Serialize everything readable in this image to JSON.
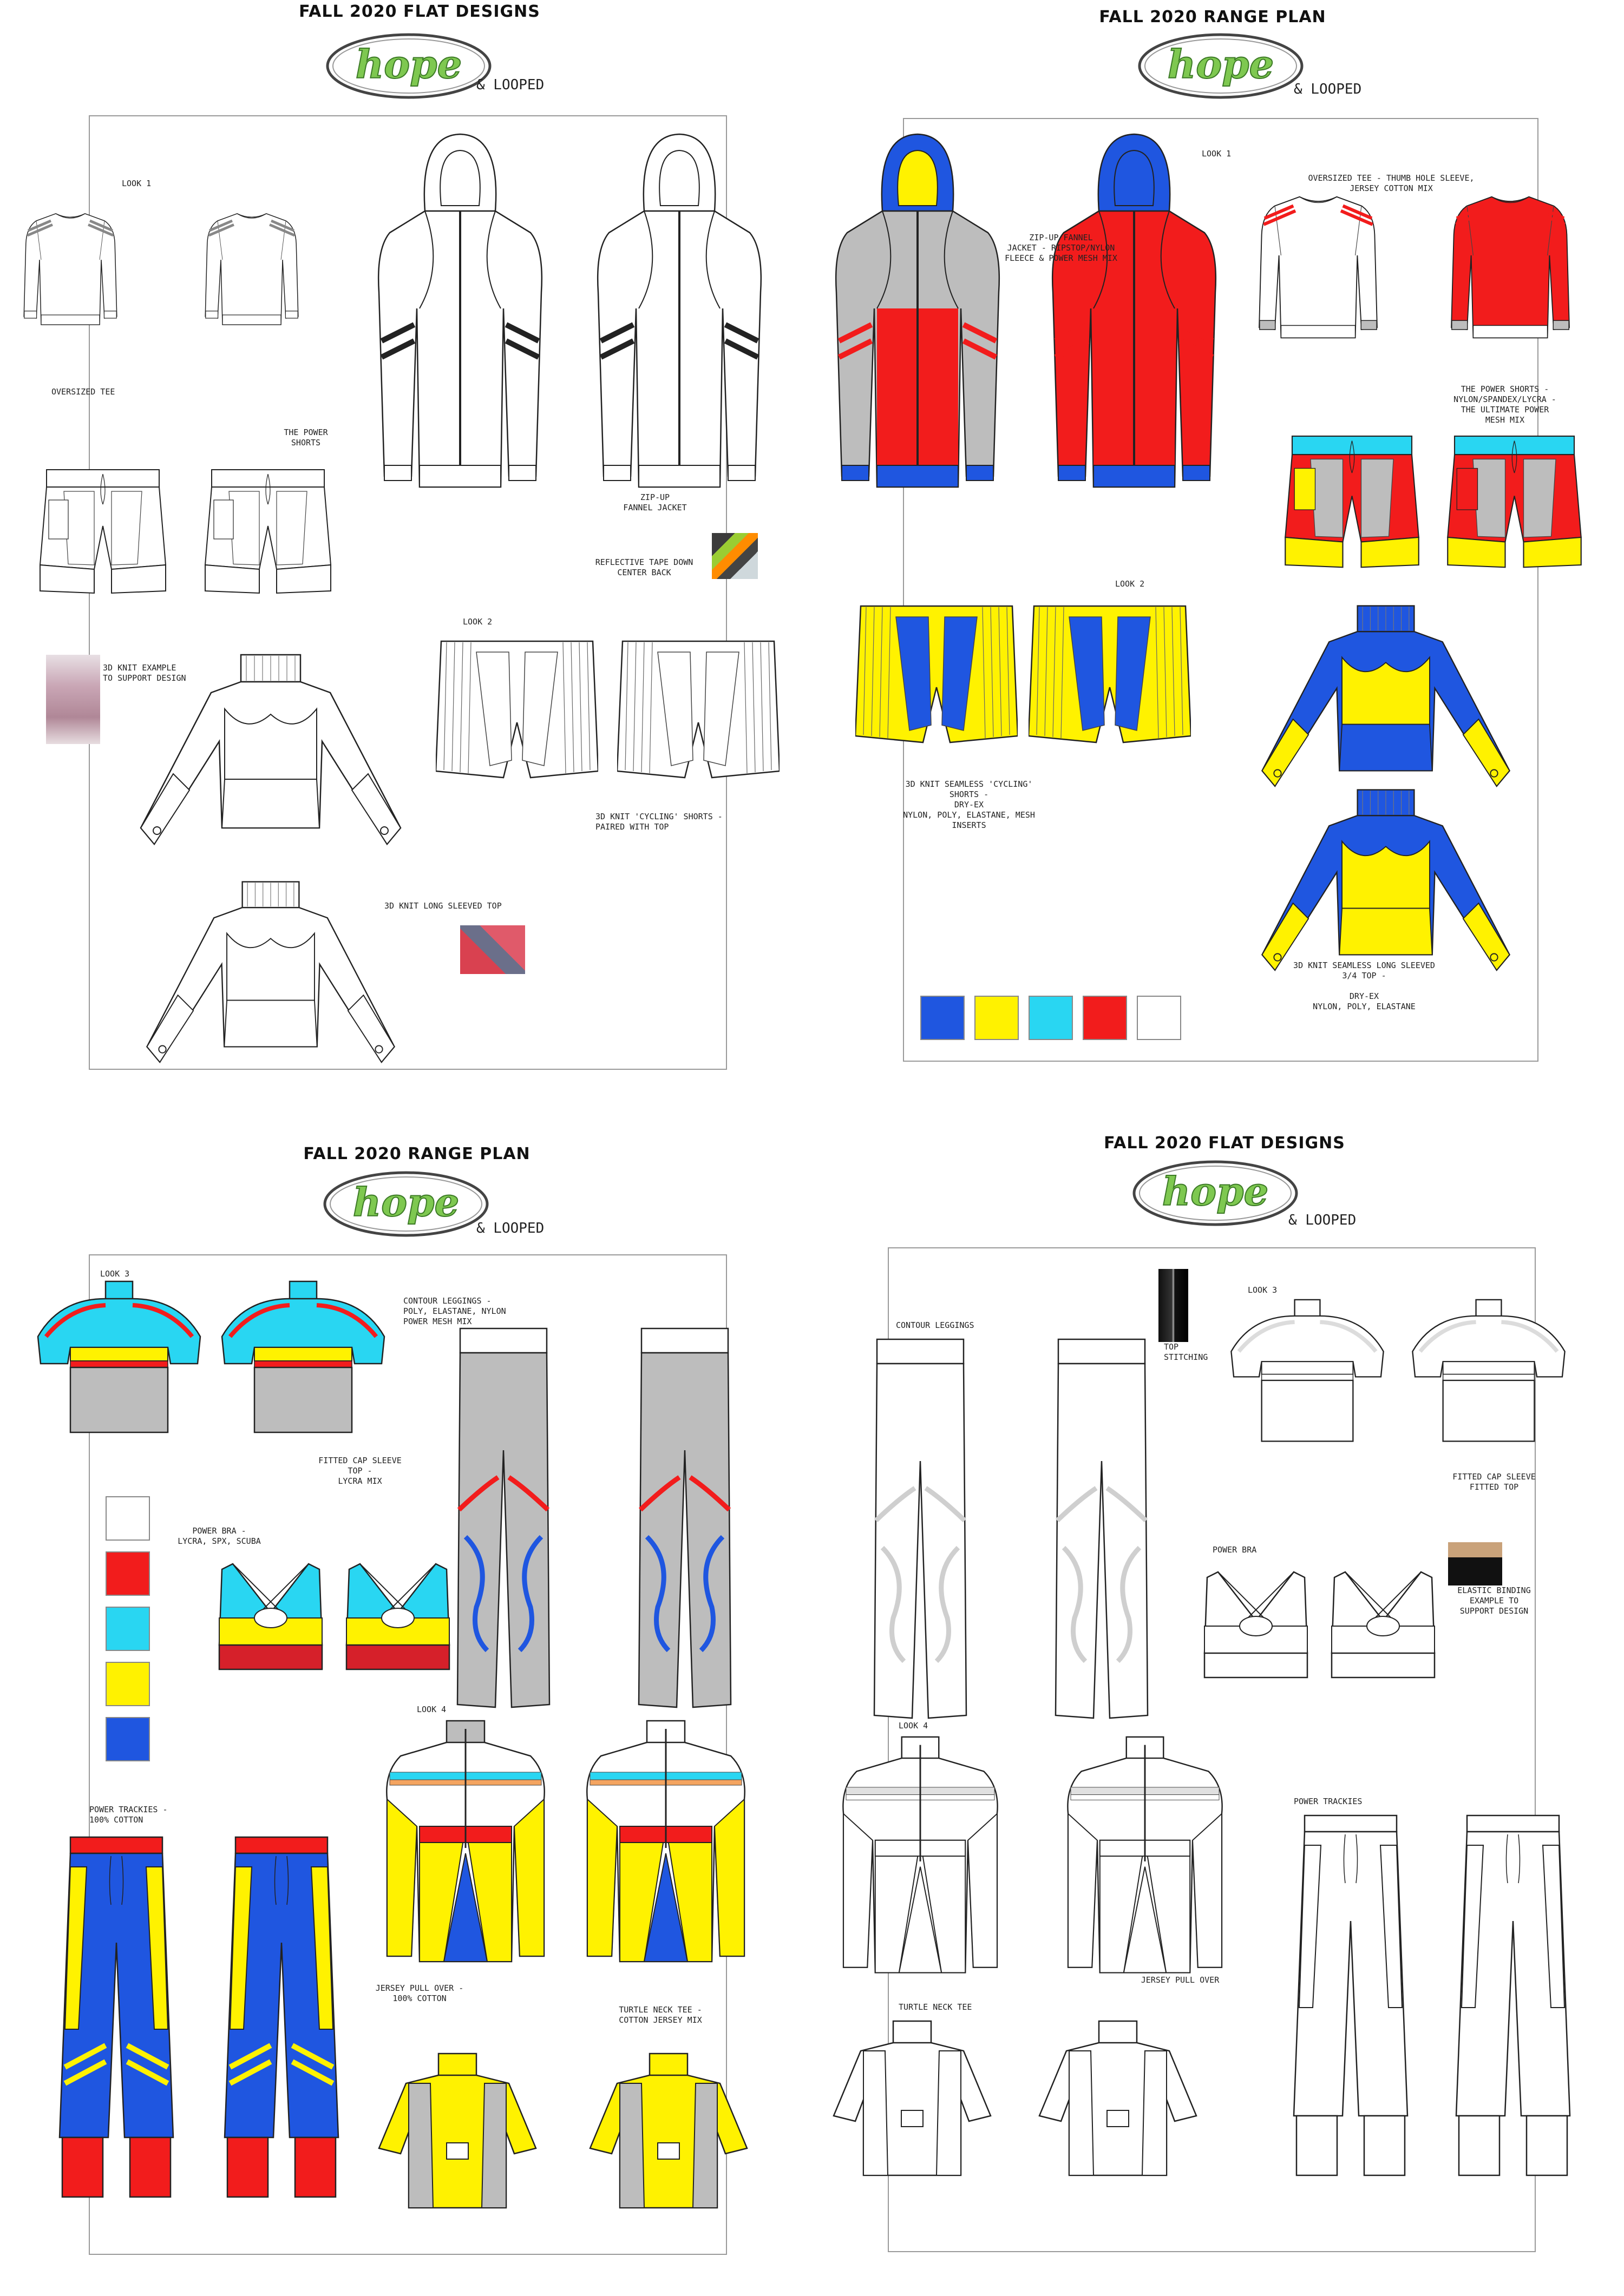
{
  "logo": {
    "brand": "hope",
    "suffix": "& LOOPED"
  },
  "palette": {
    "blue": "#1f56e0",
    "yellow": "#fff200",
    "cyan": "#29d6f2",
    "red": "#f21c1c",
    "white": "#ffffff",
    "grey": "#bdbdbd",
    "green": "#7ec850"
  },
  "panels": {
    "tl": {
      "title": "FALL 2020 FLAT DESIGNS",
      "labels": {
        "look1": "LOOK 1",
        "oversized_tee": "OVERSIZED TEE",
        "power_shorts": "THE POWER\nSHORTS",
        "funnel_jacket": "ZIP-UP\nFANNEL JACKET",
        "reflective_tape": "REFLECTIVE TAPE DOWN\nCENTER BACK",
        "knit_example": "3D KNIT EXAMPLE\nTO SUPPORT DESIGN",
        "look2": "LOOK 2",
        "cycling_shorts": "3D KNIT 'CYCLING' SHORTS -\nPAIRED WITH TOP",
        "long_sleeved_top": "3D KNIT LONG SLEEVED TOP"
      }
    },
    "tr": {
      "title": "FALL 2020 RANGE PLAN",
      "labels": {
        "look1": "LOOK 1",
        "tee_desc": "OVERSIZED TEE - THUMB HOLE SLEEVE,\nJERSEY COTTON MIX",
        "jacket_desc": "ZIP-UP FANNEL\nJACKET - RIPSTOP/NYLON\nFLEECE & POWER MESH MIX",
        "shorts_desc": "THE POWER SHORTS -\nNYLON/SPANDEX/LYCRA -\nTHE ULTIMATE POWER\nMESH MIX",
        "look2": "LOOK 2",
        "cycling_desc": "3D KNIT SEAMLESS 'CYCLING'\nSHORTS -\nDRY-EX\nNYLON, POLY, ELASTANE, MESH\nINSERTS",
        "top_desc": "3D KNIT SEAMLESS LONG SLEEVED\n3/4 TOP -\n\nDRY-EX\nNYLON, POLY, ELASTANE"
      },
      "swatches": [
        "#1f56e0",
        "#fff200",
        "#29d6f2",
        "#f21c1c",
        "#ffffff"
      ]
    },
    "bl": {
      "title": "FALL 2020 RANGE PLAN",
      "labels": {
        "look3": "LOOK 3",
        "cap_sleeve": "FITTED CAP SLEEVE\nTOP -\nLYCRA MIX",
        "leggings": "CONTOUR LEGGINGS -\nPOLY, ELASTANE, NYLON\nPOWER MESH MIX",
        "bra": "POWER BRA -\nLYCRA, SPX, SCUBA",
        "trackies": "POWER TRACKIES -\n100% COTTON",
        "look4": "LOOK 4",
        "pullover": "JERSEY PULL OVER -\n100% COTTON",
        "turtleneck": "TURTLE NECK TEE -\nCOTTON JERSEY MIX"
      },
      "swatches": [
        "#ffffff",
        "#f21c1c",
        "#29d6f2",
        "#fff200",
        "#1f56e0"
      ]
    },
    "br": {
      "title": "FALL 2020 FLAT DESIGNS",
      "labels": {
        "leggings": "CONTOUR LEGGINGS",
        "top_stitching": "TOP\nSTITCHING",
        "look3": "LOOK 3",
        "cap_sleeve": "FITTED CAP SLEEVE\nFITTED TOP",
        "bra": "POWER BRA",
        "elastic": "ELASTIC BINDING\nEXAMPLE TO\nSUPPORT DESIGN",
        "look4": "LOOK 4",
        "trackies": "POWER TRACKIES",
        "pullover": "JERSEY PULL OVER",
        "turtleneck": "TURTLE NECK TEE"
      }
    }
  }
}
